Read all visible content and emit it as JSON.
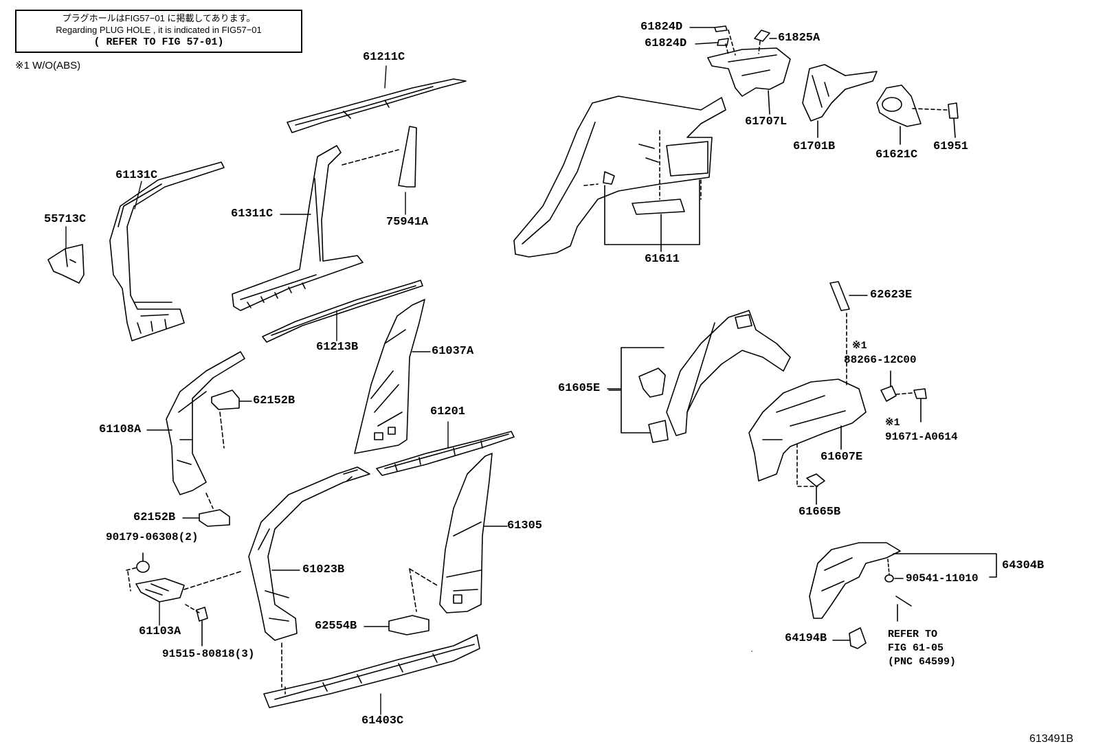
{
  "notice": {
    "line1": "プラグホールはFIG57−01 に掲載してあります。",
    "line2": "Regarding PLUG HOLE , it is indicated in FIG57−01",
    "line3": "( REFER TO FIG 57-01)"
  },
  "footnote": "※1 W/O(ABS)",
  "figure_id": "613491B",
  "parts": {
    "p61211C": "61211C",
    "p61131C": "61131C",
    "p55713C": "55713C",
    "p61311C": "61311C",
    "p75941A": "75941A",
    "p61213B": "61213B",
    "p61037A": "61037A",
    "p62152B_a": "62152B",
    "p61108A": "61108A",
    "p61201": "61201",
    "p62152B_b": "62152B",
    "p90179": "90179-06308(2)",
    "p61305": "61305",
    "p61023B": "61023B",
    "p61103A": "61103A",
    "p62554B": "62554B",
    "p91515": "91515-80818(3)",
    "p61403C": "61403C",
    "p61824D_a": "61824D",
    "p61824D_b": "61824D",
    "p61825A": "61825A",
    "p61707L": "61707L",
    "p61701B": "61701B",
    "p61621C": "61621C",
    "p61951": "61951",
    "p61611": "61611",
    "p62623E": "62623E",
    "p88266_note": "※1",
    "p88266": "88266-12C00",
    "p61605E": "61605E",
    "p91671_note": "※1",
    "p91671": "91671-A0614",
    "p61607E": "61607E",
    "p61665B": "61665B",
    "p64304B": "64304B",
    "p90541": "90541-11010",
    "p64194B": "64194B",
    "refer_l1": "REFER TO",
    "refer_l2": "FIG 61-05",
    "refer_l3": "(PNC 64599)"
  }
}
